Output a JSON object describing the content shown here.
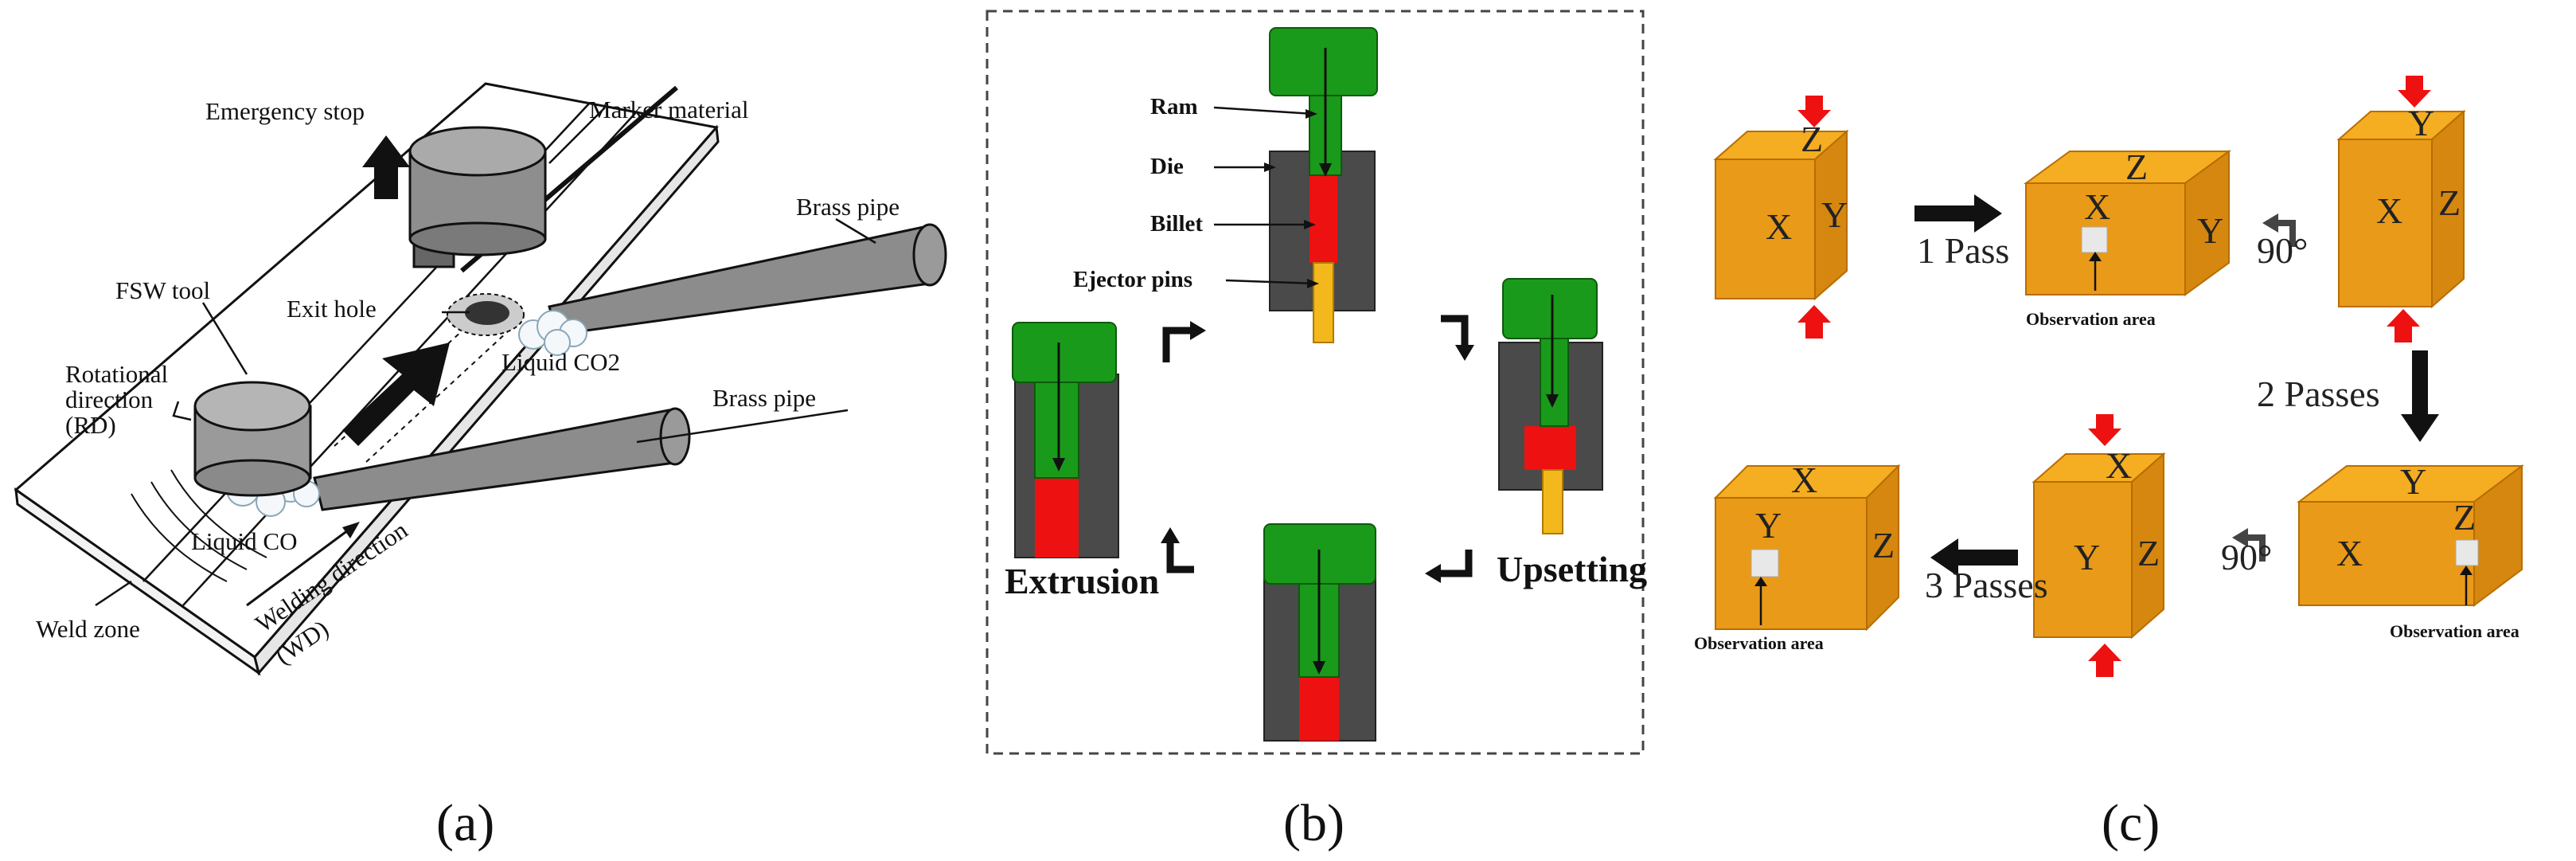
{
  "panel_a": {
    "caption": "(a)",
    "labels": {
      "emergency_stop": "Emergency stop",
      "marker_material": "Marker material",
      "brass_pipe_top": "Brass pipe",
      "fsw_tool": "FSW tool",
      "exit_hole": "Exit hole",
      "liquid_co2_top": "Liquid CO2",
      "rotational_1": "Rotational",
      "rotational_2": "direction",
      "rotational_3": "(RD)",
      "brass_pipe_bottom": "Brass pipe",
      "liquid_co_bottom": "Liquid CO",
      "welding_1": "Welding direction",
      "welding_2": "(WD)",
      "weld_zone": "Weld zone"
    }
  },
  "panel_b": {
    "caption": "(b)",
    "labels": {
      "ram": "Ram",
      "die": "Die",
      "billet": "Billet",
      "ejector_pins": "Ejector pins",
      "extrusion": "Extrusion",
      "upsetting": "Upsetting"
    }
  },
  "panel_c": {
    "caption": "(c)",
    "labels": {
      "pass1": "1 Pass",
      "pass2": "2 Passes",
      "pass3": "3 Passes",
      "rot1": "90°",
      "rot2": "90°",
      "obs1": "Observation area",
      "obs2": "Observation area",
      "obs3": "Observation area"
    },
    "cubes": [
      {
        "top": "Z",
        "front": "X",
        "side": "Y"
      },
      {
        "top": "Z",
        "front": "X",
        "side": "Y"
      },
      {
        "top": "Y",
        "front": "X",
        "side": "Z"
      },
      {
        "top": "Y",
        "front": "X",
        "side": "Z"
      },
      {
        "top": "X",
        "front": "Y",
        "side": "Z"
      },
      {
        "top": "X",
        "front": "Y",
        "side": "Z"
      }
    ]
  },
  "colors": {
    "green": "#1a9a1a",
    "red": "#ee1111",
    "yellow": "#f2b81c",
    "dark_gray": "#4a4a4a",
    "cube_front": "#e99a18",
    "cube_top": "#f5ad22",
    "cube_side": "#d58710"
  }
}
